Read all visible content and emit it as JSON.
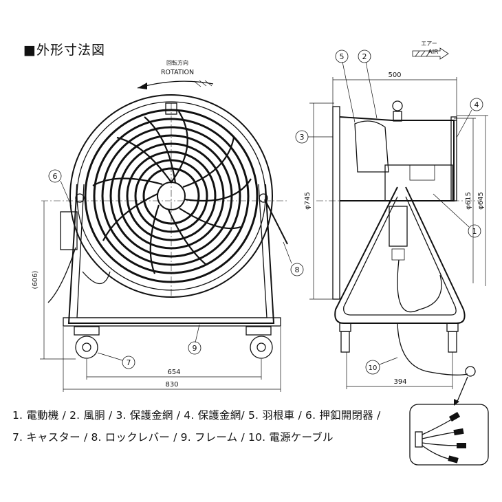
{
  "title": "■外形寸法図",
  "rotation": {
    "jp": "回転方向",
    "en": "ROTATION"
  },
  "air": {
    "jp": "エアー",
    "en": "AIR"
  },
  "dimensions": {
    "d500": "500",
    "d745": "φ745",
    "d615": "φ615",
    "d645": "φ645",
    "d606": "(606)",
    "d654": "654",
    "d830": "830",
    "d394": "394"
  },
  "callouts": {
    "c1": "1",
    "c2": "2",
    "c3": "3",
    "c4": "4",
    "c5": "5",
    "c6": "6",
    "c7": "7",
    "c8": "8",
    "c9": "9",
    "c10": "10"
  },
  "legend": {
    "line1": "1. 電動機 / 2. 風胴 / 3. 保護金網 / 4. 保護金網/  5. 羽根車 /  6. 押釦開閉器 /",
    "line2": "7. キャスター / 8. ロックレバー / 9. フレーム / 10. 電源ケーブル"
  }
}
